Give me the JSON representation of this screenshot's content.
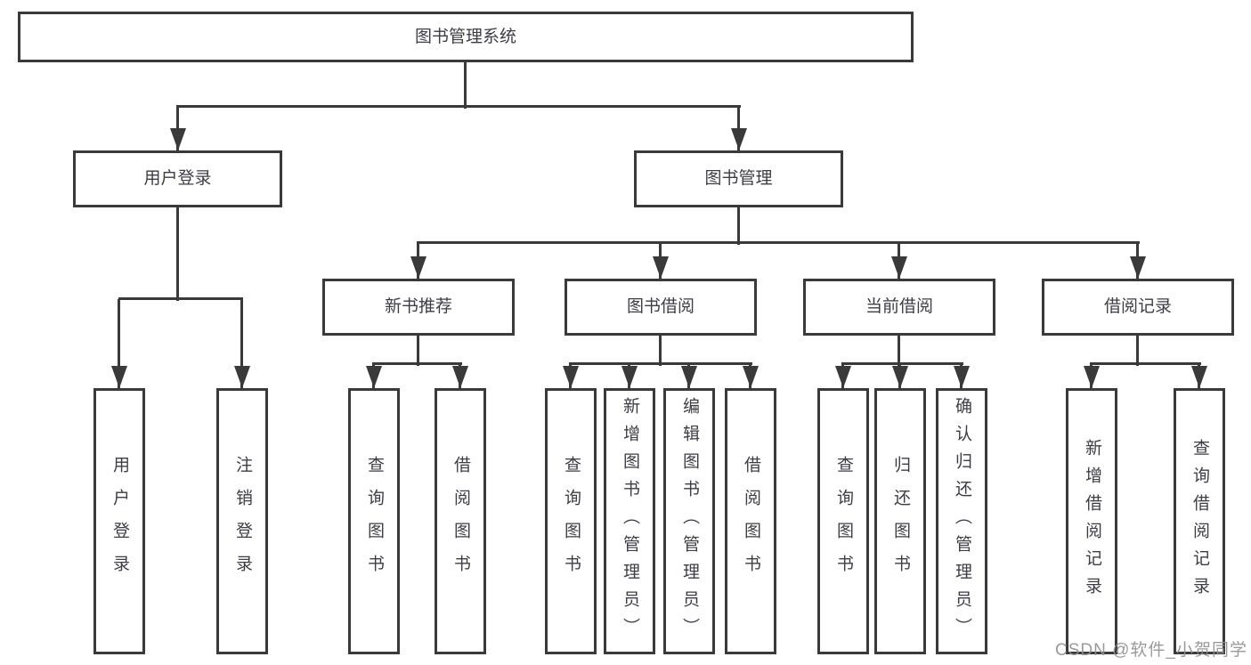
{
  "diagram": {
    "type": "hierarchy-tree",
    "title": "图书管理系统",
    "tree": {
      "root": {
        "label": "图书管理系统"
      },
      "level2": [
        {
          "label": "用户登录"
        },
        {
          "label": "图书管理"
        }
      ],
      "level3": [
        {
          "label": "新书推荐"
        },
        {
          "label": "图书借阅"
        },
        {
          "label": "当前借阅"
        },
        {
          "label": "借阅记录"
        }
      ],
      "leaves": {
        "user_login": [
          "用户登录",
          "注销登录"
        ],
        "new_book": [
          "查询图书",
          "借阅图书"
        ],
        "book_borrow": [
          "查询图书",
          "新增图书（管理员）",
          "编辑图书（管理员）",
          "借阅图书"
        ],
        "current_borrow": [
          "查询图书",
          "归还图书",
          "确认归还（管理员）"
        ],
        "borrow_record": [
          "新增借阅记录",
          "查询借阅记录"
        ]
      }
    },
    "colors": {
      "line": "#3a3a3a",
      "text": "#3d3d44",
      "background": "#ffffff",
      "watermark": "#919191"
    }
  },
  "watermark": {
    "text": "CSDN @软件_小贺同学"
  }
}
